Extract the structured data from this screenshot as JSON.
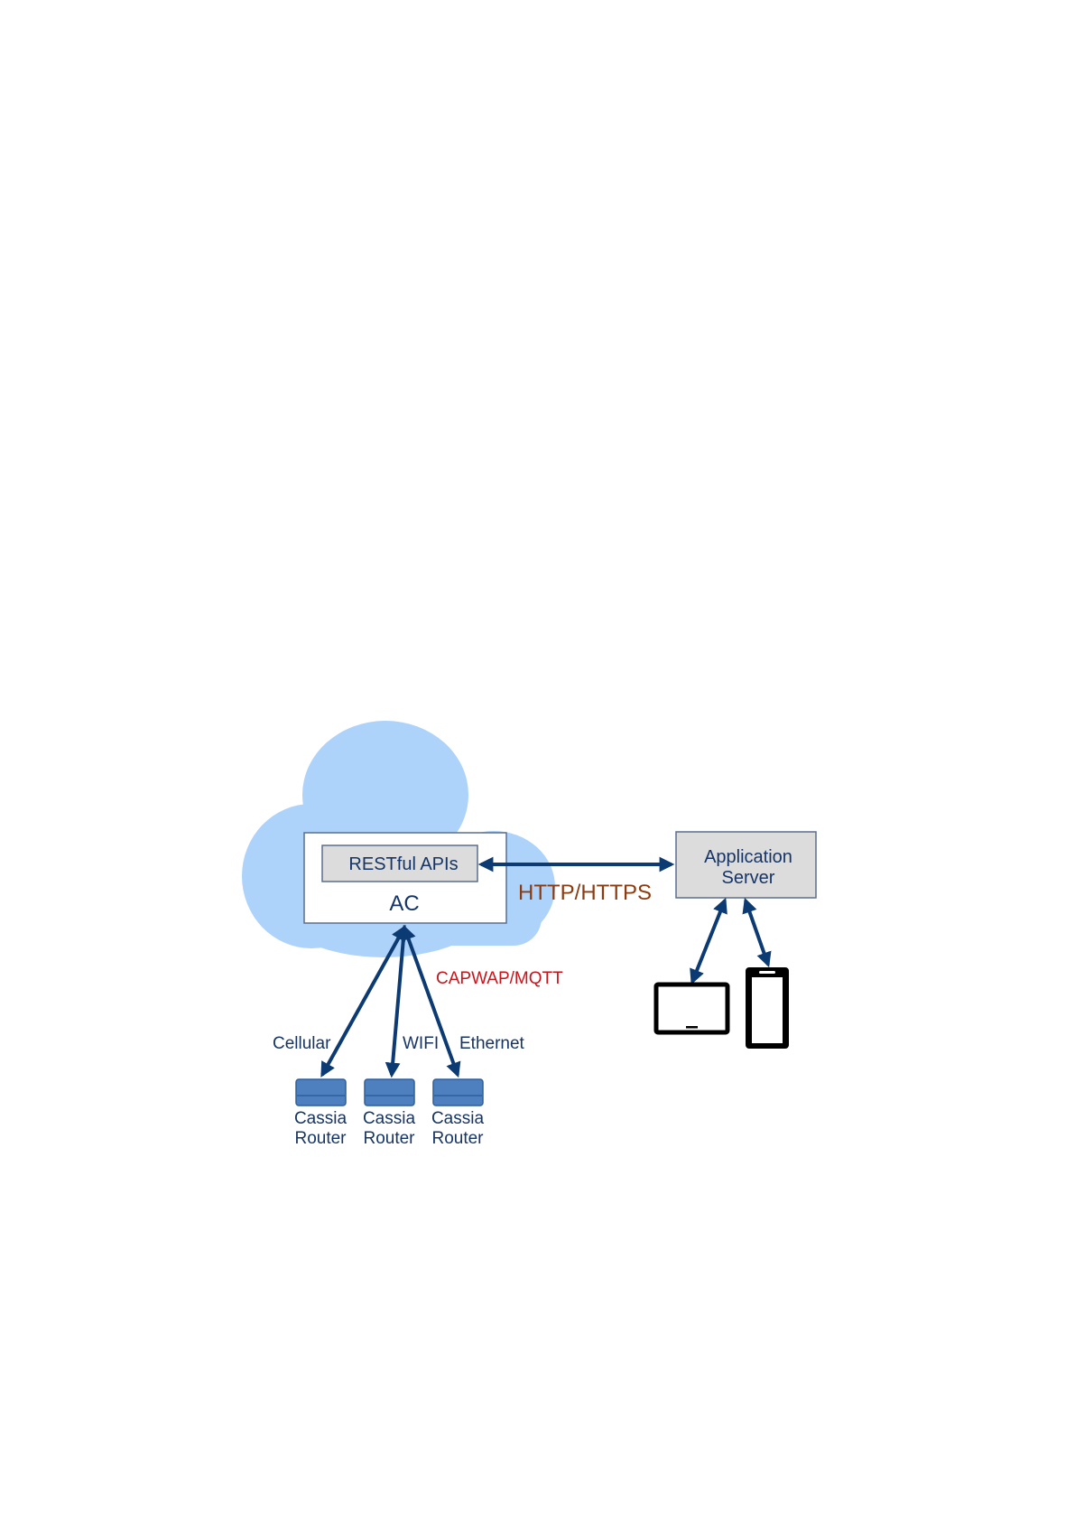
{
  "colors": {
    "cloud": "#add3fb",
    "arrow": "#0c3a73",
    "label": "#163566",
    "http_label": "#8b3b10",
    "capwap_label": "#c8141b",
    "box_fill": "#dcdcdc",
    "router_fill": "#4e80c0",
    "device": "#000000"
  },
  "cloud": {
    "restful_label": "RESTful APIs",
    "ac_label": "AC"
  },
  "app_server": {
    "line1": "Application",
    "line2": "Server"
  },
  "protocols": {
    "http": "HTTP/HTTPS",
    "capwap": "CAPWAP/MQTT"
  },
  "links": {
    "cellular": "Cellular",
    "wifi": "WIFI",
    "ethernet": "Ethernet"
  },
  "routers": [
    {
      "line1": "Cassia",
      "line2": "Router"
    },
    {
      "line1": "Cassia",
      "line2": "Router"
    },
    {
      "line1": "Cassia",
      "line2": "Router"
    }
  ],
  "icons": {
    "cloud": "cloud-icon",
    "tablet": "tablet-icon",
    "phone": "phone-icon",
    "router": "router-icon"
  }
}
